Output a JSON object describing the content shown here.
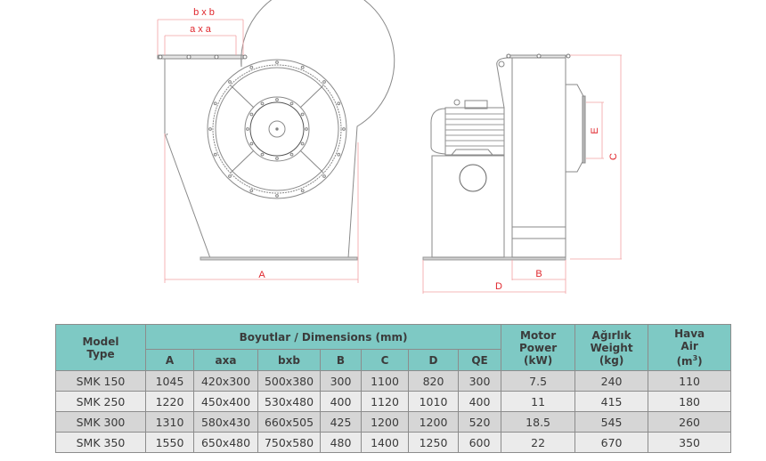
{
  "drawing": {
    "front_view": {
      "dimensions": {
        "outlet_outer": "b x b",
        "outlet_inner": "a x a",
        "width": "A"
      }
    },
    "side_view": {
      "dimensions": {
        "height": "C",
        "inlet": "E",
        "base_depth": "D",
        "housing_width": "B"
      }
    },
    "colors": {
      "dimension_lines": "#e0262c",
      "outline": "#7a7a7a"
    }
  },
  "table": {
    "header": {
      "model_type": [
        "Model",
        "Type"
      ],
      "dimensions_group": "Boyutlar / Dimensions (mm)",
      "dimension_columns": [
        "A",
        "axa",
        "bxb",
        "B",
        "C",
        "D",
        "QE"
      ],
      "motor_power": [
        "Motor",
        "Power",
        "(kW)"
      ],
      "weight": [
        "Ağırlık",
        "Weight",
        "(kg)"
      ],
      "air": [
        "Hava",
        "Air",
        "(m",
        "3",
        ")"
      ]
    },
    "rows": [
      {
        "model": "SMK 150",
        "A": "1045",
        "axa": "420x300",
        "bxb": "500x380",
        "B": "300",
        "C": "1100",
        "D": "820",
        "QE": "300",
        "power": "7.5",
        "weight": "240",
        "air": "110"
      },
      {
        "model": "SMK 250",
        "A": "1220",
        "axa": "450x400",
        "bxb": "530x480",
        "B": "400",
        "C": "1120",
        "D": "1010",
        "QE": "400",
        "power": "11",
        "weight": "415",
        "air": "180"
      },
      {
        "model": "SMK 300",
        "A": "1310",
        "axa": "580x430",
        "bxb": "660x505",
        "B": "425",
        "C": "1200",
        "D": "1200",
        "QE": "520",
        "power": "18.5",
        "weight": "545",
        "air": "260"
      },
      {
        "model": "SMK 350",
        "A": "1550",
        "axa": "650x480",
        "bxb": "750x580",
        "B": "480",
        "C": "1400",
        "D": "1250",
        "QE": "600",
        "power": "22",
        "weight": "670",
        "air": "350"
      }
    ],
    "colors": {
      "header_bg": "#7ec9c4",
      "row_odd": "#d6d6d6",
      "row_even": "#ebebeb",
      "border": "#8c8c8c"
    }
  }
}
